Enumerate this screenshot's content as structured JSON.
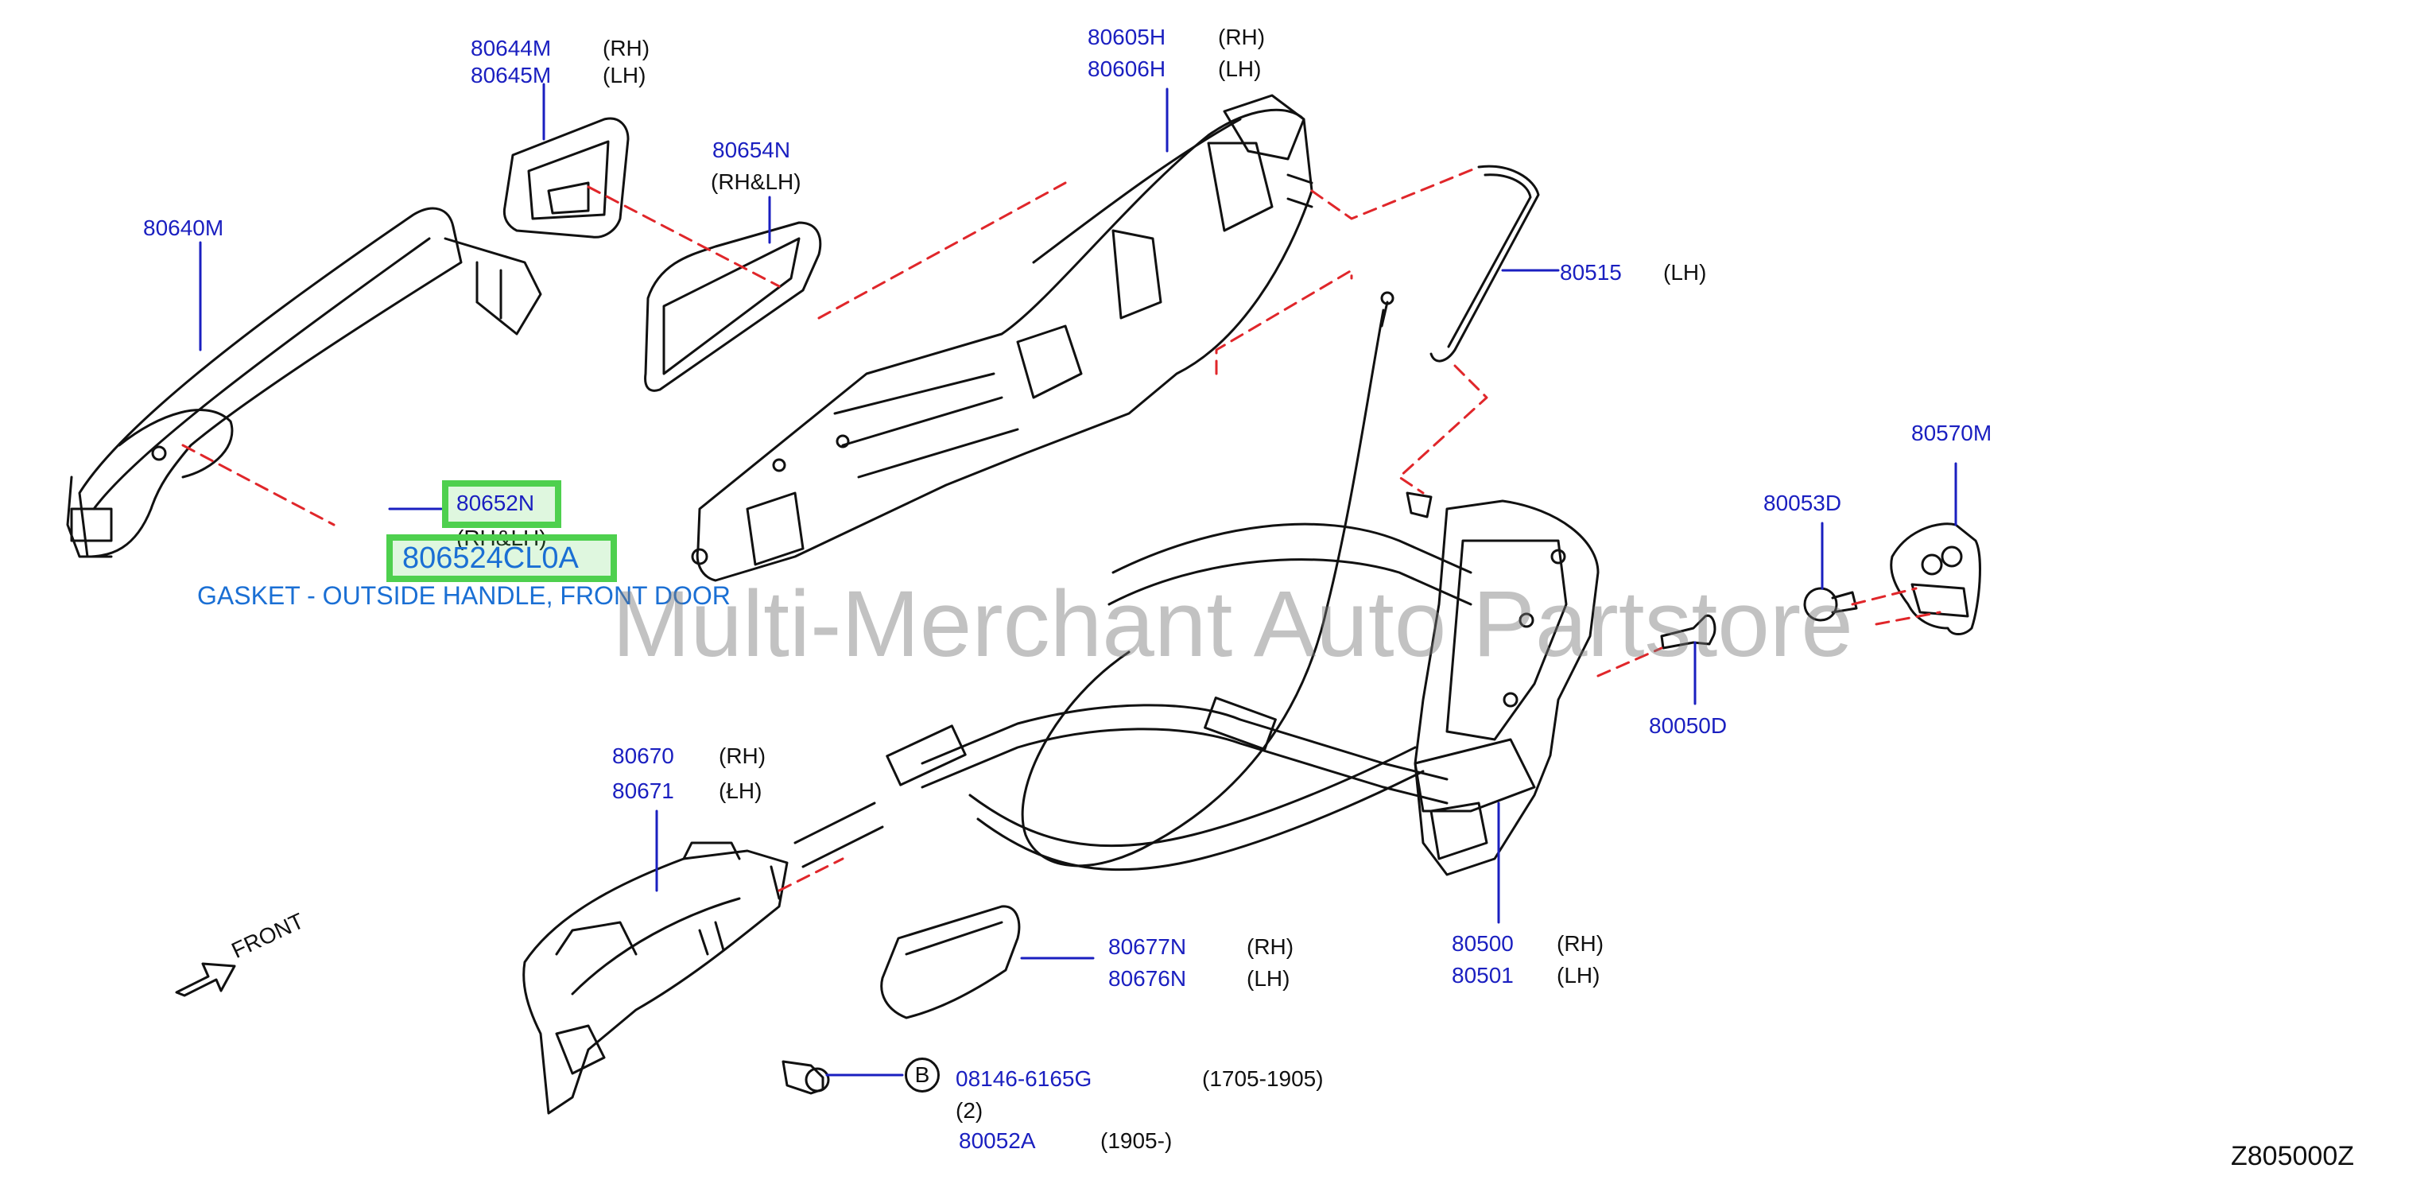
{
  "parts": {
    "handle_escutcheon": {
      "rh": "80644M",
      "lh": "80645M",
      "rh_tag": "(RH)",
      "lh_tag": "(LH)"
    },
    "gasket_rear": {
      "number": "80654N",
      "tag": "(RH&LH)"
    },
    "outside_handle": {
      "number": "80640M"
    },
    "bracket": {
      "rh": "80605H",
      "lh": "80606H",
      "rh_tag": "(RH)",
      "lh_tag": "(LH)"
    },
    "rod": {
      "number": "80515",
      "tag": "(LH)"
    },
    "striker": {
      "number": "80570M"
    },
    "screw_a": {
      "number": "80053D"
    },
    "screw_b": {
      "number": "80050D"
    },
    "gasket_front": {
      "number": "80652N",
      "tag": "(RH&LH)"
    },
    "gasket_part": {
      "number": "806524CL0A"
    },
    "inside_handle": {
      "rh": "80670",
      "lh": "80671",
      "rh_tag": "(RH)",
      "lh_tag": "(ŁH)"
    },
    "cover": {
      "rh": "80677N",
      "lh": "80676N",
      "rh_tag": "(RH)",
      "lh_tag": "(LH)"
    },
    "lock": {
      "rh": "80500",
      "lh": "80501",
      "rh_tag": "(RH)",
      "lh_tag": "(LH)"
    },
    "bolt": {
      "circle_letter": "B",
      "number": "08146-6165G",
      "range": "(1705-1905)",
      "qty": "(2)",
      "alt_number": "80052A",
      "alt_range": "(1905-)"
    }
  },
  "gasket_description": "GASKET - OUTSIDE HANDLE, FRONT DOOR",
  "watermark": "Multi-Merchant Auto Partstore",
  "front_label": "FRONT",
  "diagram_code": "Z805000Z",
  "colors": {
    "part_number": "#1a1fc0",
    "highlight": "#4ed04e",
    "dash_line": "#e0262a",
    "outline": "#111111"
  }
}
